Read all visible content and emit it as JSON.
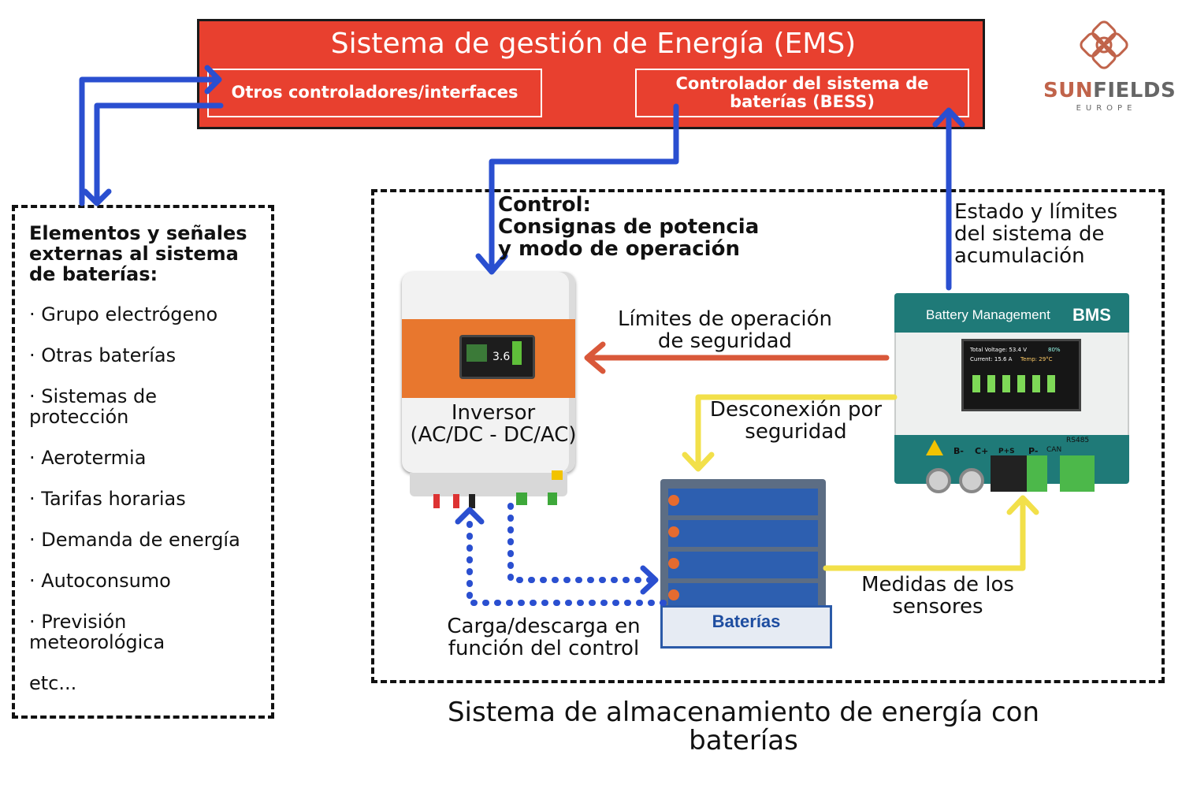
{
  "ems": {
    "title": "Sistema de gestión de Energía (EMS)",
    "other_controllers": "Otros controladores/interfaces",
    "bess_controller_line1": "Controlador del sistema de",
    "bess_controller_line2": "baterías (BESS)"
  },
  "logo": {
    "brand_sun": "SUN",
    "brand_fields": "FIELDS",
    "sub": "EUROPE"
  },
  "external": {
    "title_line1": "Elementos y señales",
    "title_line2": "externas al sistema",
    "title_line3": "de baterías:",
    "items": [
      "· Grupo electrógeno",
      "· Otras baterías",
      "· Sistemas de",
      "protección",
      "· Aerotermia",
      "· Tarifas horarias",
      "· Demanda de energía",
      "· Autoconsumo",
      "· Previsión",
      "meteorológica",
      "etc..."
    ]
  },
  "control": {
    "line1": "Control:",
    "line2": "Consignas de potencia",
    "line3": "y modo de operación"
  },
  "state_label": {
    "line1": "Estado y límites",
    "line2": "del sistema de",
    "line3": "acumulación"
  },
  "limits_label": {
    "line1": "Límites de operación",
    "line2": "de seguridad"
  },
  "disconnect_label": {
    "line1": "Desconexión por",
    "line2": "seguridad"
  },
  "inverter": {
    "line1": "Inversor",
    "line2": "(AC/DC - DC/AC)",
    "screen_value": "3.6"
  },
  "bms": {
    "header": "Battery Management",
    "badge": "BMS",
    "total_voltage": "Total Voltage: 53.4 V",
    "soc": "80%",
    "current": "Current: 15.6 A",
    "temp": "Temp: 29°C",
    "terminals": [
      "B-",
      "C+",
      "P+S",
      "P-",
      "CAN",
      "RS485"
    ]
  },
  "batteries_label": "Baterías",
  "measures_label": {
    "line1": "Medidas de los",
    "line2": "sensores"
  },
  "charge_label": {
    "line1": "Carga/descarga en",
    "line2": "función del control"
  },
  "footer": {
    "line1": "Sistema de almacenamiento de energía con",
    "line2": "baterías"
  },
  "colors": {
    "ems_red": "#e8402f",
    "arrow_blue": "#2a4fd0",
    "arrow_orange": "#d9583a",
    "arrow_yellow": "#f2e04a"
  }
}
